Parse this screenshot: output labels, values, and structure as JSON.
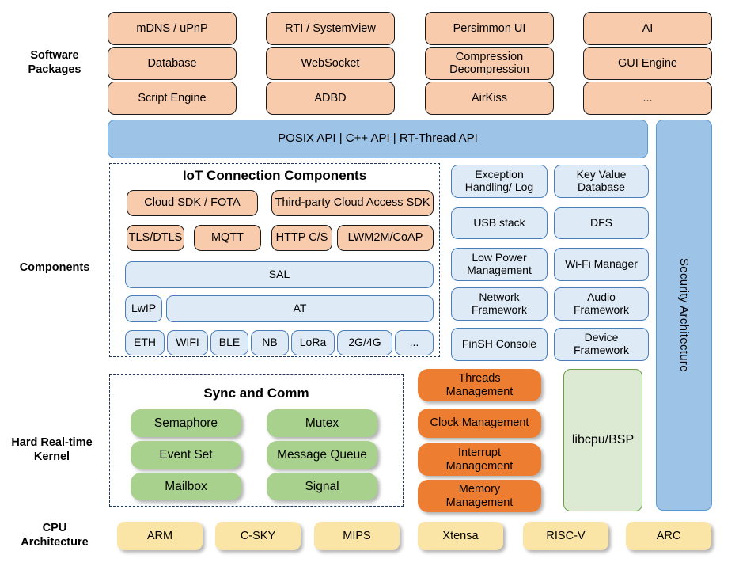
{
  "rows": {
    "software_packages_label": "Software\nPackages",
    "components_label": "Components",
    "kernel_label": "Hard Real-time\nKernel",
    "cpu_label": "CPU\nArchitecture"
  },
  "software_packages": {
    "items": [
      "mDNS / uPnP",
      "RTI / SystemView",
      "Persimmon UI",
      "AI",
      "Database",
      "WebSocket",
      "Compression\nDecompression",
      "GUI Engine",
      "Script Engine",
      "ADBD",
      "AirKiss",
      "..."
    ]
  },
  "api_bar": {
    "label": "POSIX API  |  C++ API  |  RT-Thread API"
  },
  "security": {
    "label": "Security Architecture"
  },
  "iot": {
    "title": "IoT Connection Components",
    "cloud": [
      "Cloud SDK / FOTA",
      "Third-party Cloud Access SDK"
    ],
    "protocols": [
      "TLS/DTLS",
      "MQTT",
      "HTTP C/S",
      "LWM2M/CoAP"
    ],
    "sal": "SAL",
    "lwip": "LwIP",
    "at": "AT",
    "links": [
      "ETH",
      "WIFI",
      "BLE",
      "NB",
      "LoRa",
      "2G/4G",
      "..."
    ]
  },
  "components_right": {
    "items": [
      "Exception\nHandling/ Log",
      "Key Value\nDatabase",
      "USB stack",
      "DFS",
      "Low Power\nManagement",
      "Wi-Fi Manager",
      "Network\nFramework",
      "Audio\nFramework",
      "FinSH Console",
      "Device\nFramework"
    ]
  },
  "kernel": {
    "sync_title": "Sync and Comm",
    "sync_items": [
      "Semaphore",
      "Mutex",
      "Event Set",
      "Message Queue",
      "Mailbox",
      "Signal"
    ],
    "management_items": [
      "Threads\nManagement",
      "Clock Management",
      "Interrupt\nManagement",
      "Memory\nManagement"
    ],
    "libcpu": "libcpu/BSP"
  },
  "cpu": {
    "items": [
      "ARM",
      "C-SKY",
      "MIPS",
      "Xtensa",
      "RISC-V",
      "ARC"
    ]
  },
  "colors": {
    "peach": "#F8CBAD",
    "api_blue": "#9DC3E6",
    "light_blue": "#DEEAF6",
    "green": "#A9D18E",
    "orange": "#ED7D31",
    "light_green": "#DCE9D3",
    "yellow": "#FBE5A6",
    "dash_border": "#1F3864"
  }
}
